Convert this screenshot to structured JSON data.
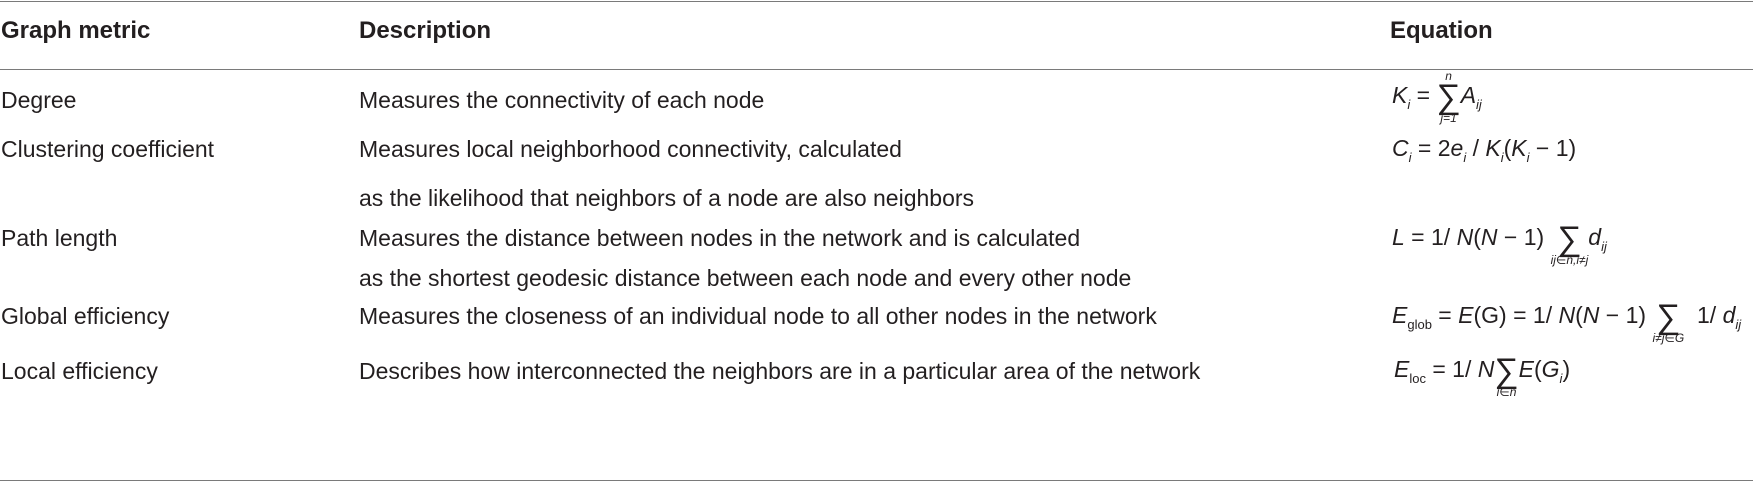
{
  "table": {
    "headers": {
      "metric": "Graph metric",
      "description": "Description",
      "equation": "Equation"
    },
    "rows": [
      {
        "metric": "Degree",
        "description_lines": [
          "Measures the connectivity of each node"
        ],
        "equation": {
          "lhs": "K",
          "lhs_sub": "i",
          "eq_sign": " = ",
          "sum_top": "n",
          "sum_bottom": "j=1",
          "term": "A",
          "term_sub": "ij"
        }
      },
      {
        "metric": "Clustering coefficient",
        "description_lines": [
          "Measures local neighborhood connectivity, calculated",
          "as the likelihood that neighbors of a node are also neighbors"
        ],
        "equation": {
          "lhs": "C",
          "lhs_sub": "i",
          "eq_sign": " = 2",
          "e": "e",
          "e_sub": "i",
          "slash": " / ",
          "k1": "K",
          "k1_sub": "i",
          "open": "(",
          "k2": "K",
          "k2_sub": "i",
          "tail": " − 1)"
        }
      },
      {
        "metric": "Path length",
        "description_lines": [
          "Measures the distance between nodes in the network and is calculated",
          "as the shortest geodesic distance between each node and every other node"
        ],
        "equation": {
          "lhs": "L",
          "eq_sign": " = 1/ ",
          "n1": "N",
          "open": "(",
          "n2": "N",
          "tail": " − 1)",
          "sum_bottom": "ij∈n,i≠j",
          "term": "d",
          "term_sub": "ij"
        }
      },
      {
        "metric": "Global efficiency",
        "description_lines": [
          "Measures the closeness of an individual node to all other nodes in the network"
        ],
        "equation": {
          "lhs": "E",
          "lhs_sub": "glob",
          "eq_sign": " = ",
          "e": "E",
          "g": "(G)",
          "mid": " = 1/ ",
          "n1": "N",
          "open": "(",
          "n2": "N",
          "tail": " − 1)",
          "sum_bottom": "i≠j∈G",
          "frac": "1/ ",
          "term": "d",
          "term_sub": "ij"
        }
      },
      {
        "metric": "Local efficiency",
        "description_lines": [
          "Describes how interconnected the neighbors are in a particular area of the network"
        ],
        "equation": {
          "lhs": "E",
          "lhs_sub": "loc",
          "eq_sign": " = 1/ ",
          "n1": "N",
          "sum_bottom": "i∈n",
          "e": "E",
          "open": "(",
          "g": "G",
          "g_sub": "i",
          "close": ")"
        }
      }
    ]
  }
}
